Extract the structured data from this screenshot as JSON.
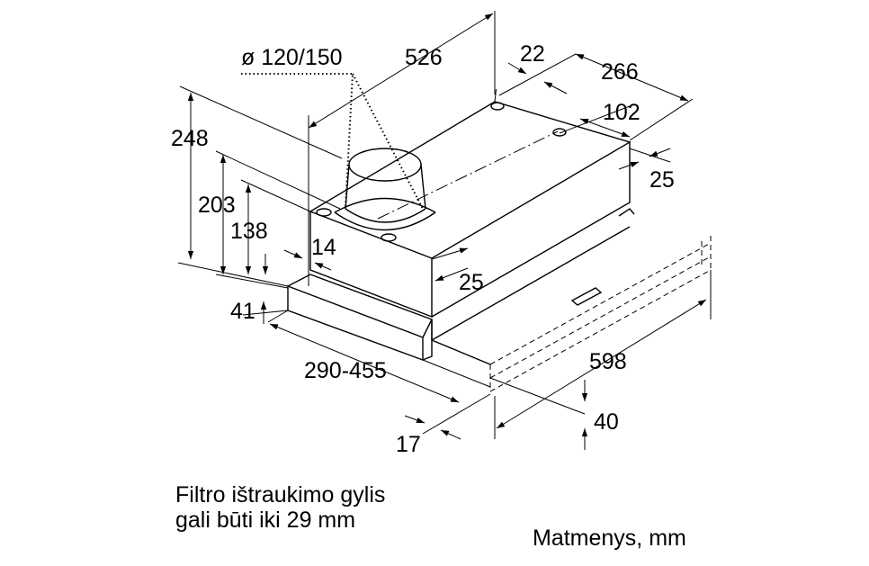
{
  "dimensions": {
    "duct": "ø 120/150",
    "depth_526": "526",
    "d22": "22",
    "d266": "266",
    "d102": "102",
    "d25_right": "25",
    "h248": "248",
    "h203": "203",
    "h138": "138",
    "d14": "14",
    "d25_front": "25",
    "d41": "41",
    "range_290_455": "290-455",
    "width_598": "598",
    "d40": "40",
    "d17": "17"
  },
  "notes": {
    "filter_line1": "Filtro ištraukimo gylis",
    "filter_line2": "gali būti iki 29 mm",
    "units": "Matmenys, mm"
  }
}
